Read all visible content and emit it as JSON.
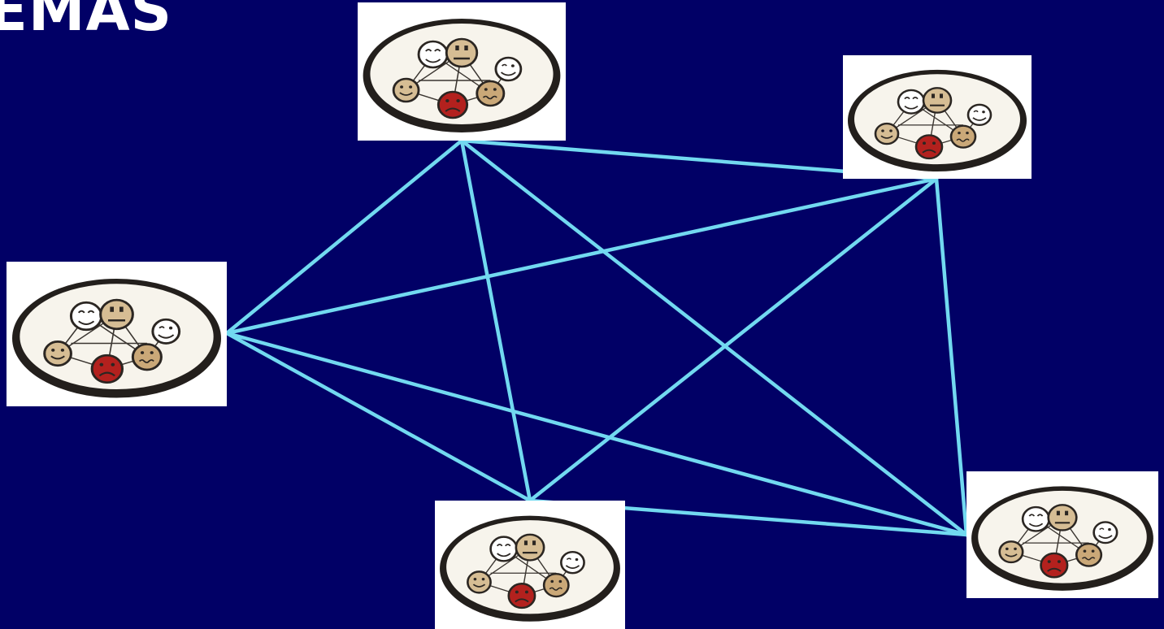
{
  "slide": {
    "title": "EMAS"
  },
  "colors": {
    "background": "#010066",
    "edge": "#72d9f0",
    "card": "#ffffff",
    "ring": "#231f1c",
    "plate": "#f7f4ec",
    "face_white": "#ffffff",
    "face_tan": "#d6bd94",
    "face_red": "#b3211e",
    "face_tan_dark": "#caa878"
  },
  "diagram": {
    "nodes": [
      {
        "id": "n1",
        "icon": "agent-society-icon"
      },
      {
        "id": "n2",
        "icon": "agent-society-icon"
      },
      {
        "id": "n3",
        "icon": "agent-society-icon"
      },
      {
        "id": "n4",
        "icon": "agent-society-icon"
      },
      {
        "id": "n5",
        "icon": "agent-society-icon"
      }
    ],
    "edges": [
      [
        "n1",
        "n2"
      ],
      [
        "n1",
        "n3"
      ],
      [
        "n1",
        "n4"
      ],
      [
        "n1",
        "n5"
      ],
      [
        "n2",
        "n3"
      ],
      [
        "n2",
        "n4"
      ],
      [
        "n2",
        "n5"
      ],
      [
        "n3",
        "n4"
      ],
      [
        "n3",
        "n5"
      ],
      [
        "n4",
        "n5"
      ]
    ]
  }
}
